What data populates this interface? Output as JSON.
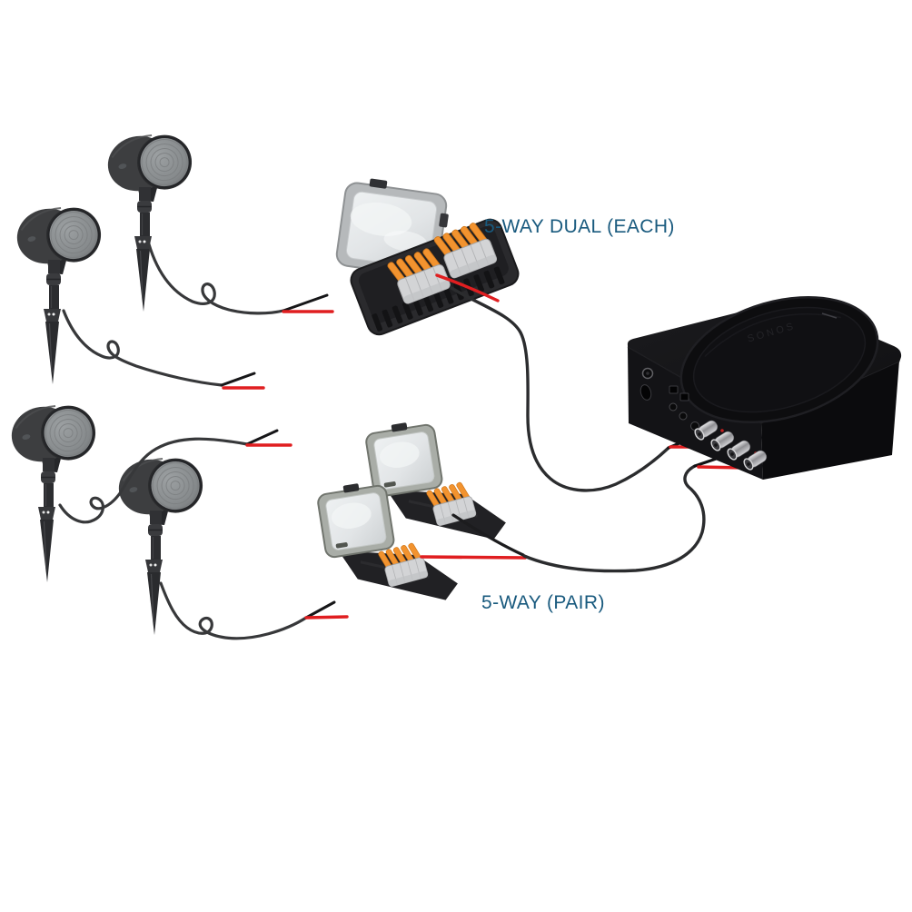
{
  "labels": {
    "dual_each": "5-WAY DUAL (EACH)",
    "pair": "5-WAY (PAIR)"
  },
  "amp": {
    "logo": "SONOS"
  },
  "colors": {
    "background": "#ffffff",
    "label_text": "#195a7e",
    "wire_red": "#e01e20",
    "wire_black": "#37383a",
    "lever_orange": "#f2932f",
    "amp_body": "#121214",
    "speaker_body": "#3d3e40",
    "speaker_grille": "#8f9294",
    "connector_box": "#27272a",
    "lid_frosted": "#e4e7e9"
  },
  "components": {
    "speaker_count": 4,
    "dual_connector_boxes": 1,
    "single_connector_boxes": 2,
    "amplifier_count": 1
  }
}
